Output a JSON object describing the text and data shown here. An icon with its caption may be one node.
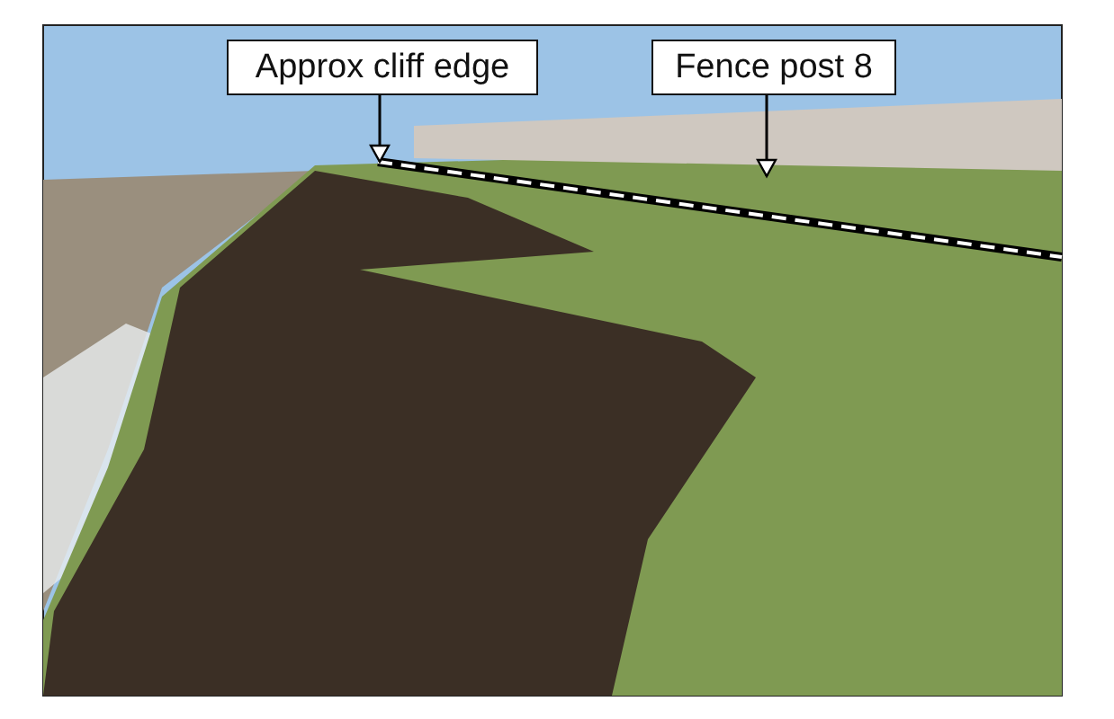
{
  "diagram": {
    "nodes": [
      {
        "text": [
          "Approx cliff edge"
        ]
      },
      {
        "text": [
          "Fence post 8"
        ]
      }
    ],
    "edges": [
      {
        "from": 0,
        "to": null,
        "arrow": "to"
      },
      {
        "from": 1,
        "to": null,
        "arrow": "to"
      }
    ]
  }
}
